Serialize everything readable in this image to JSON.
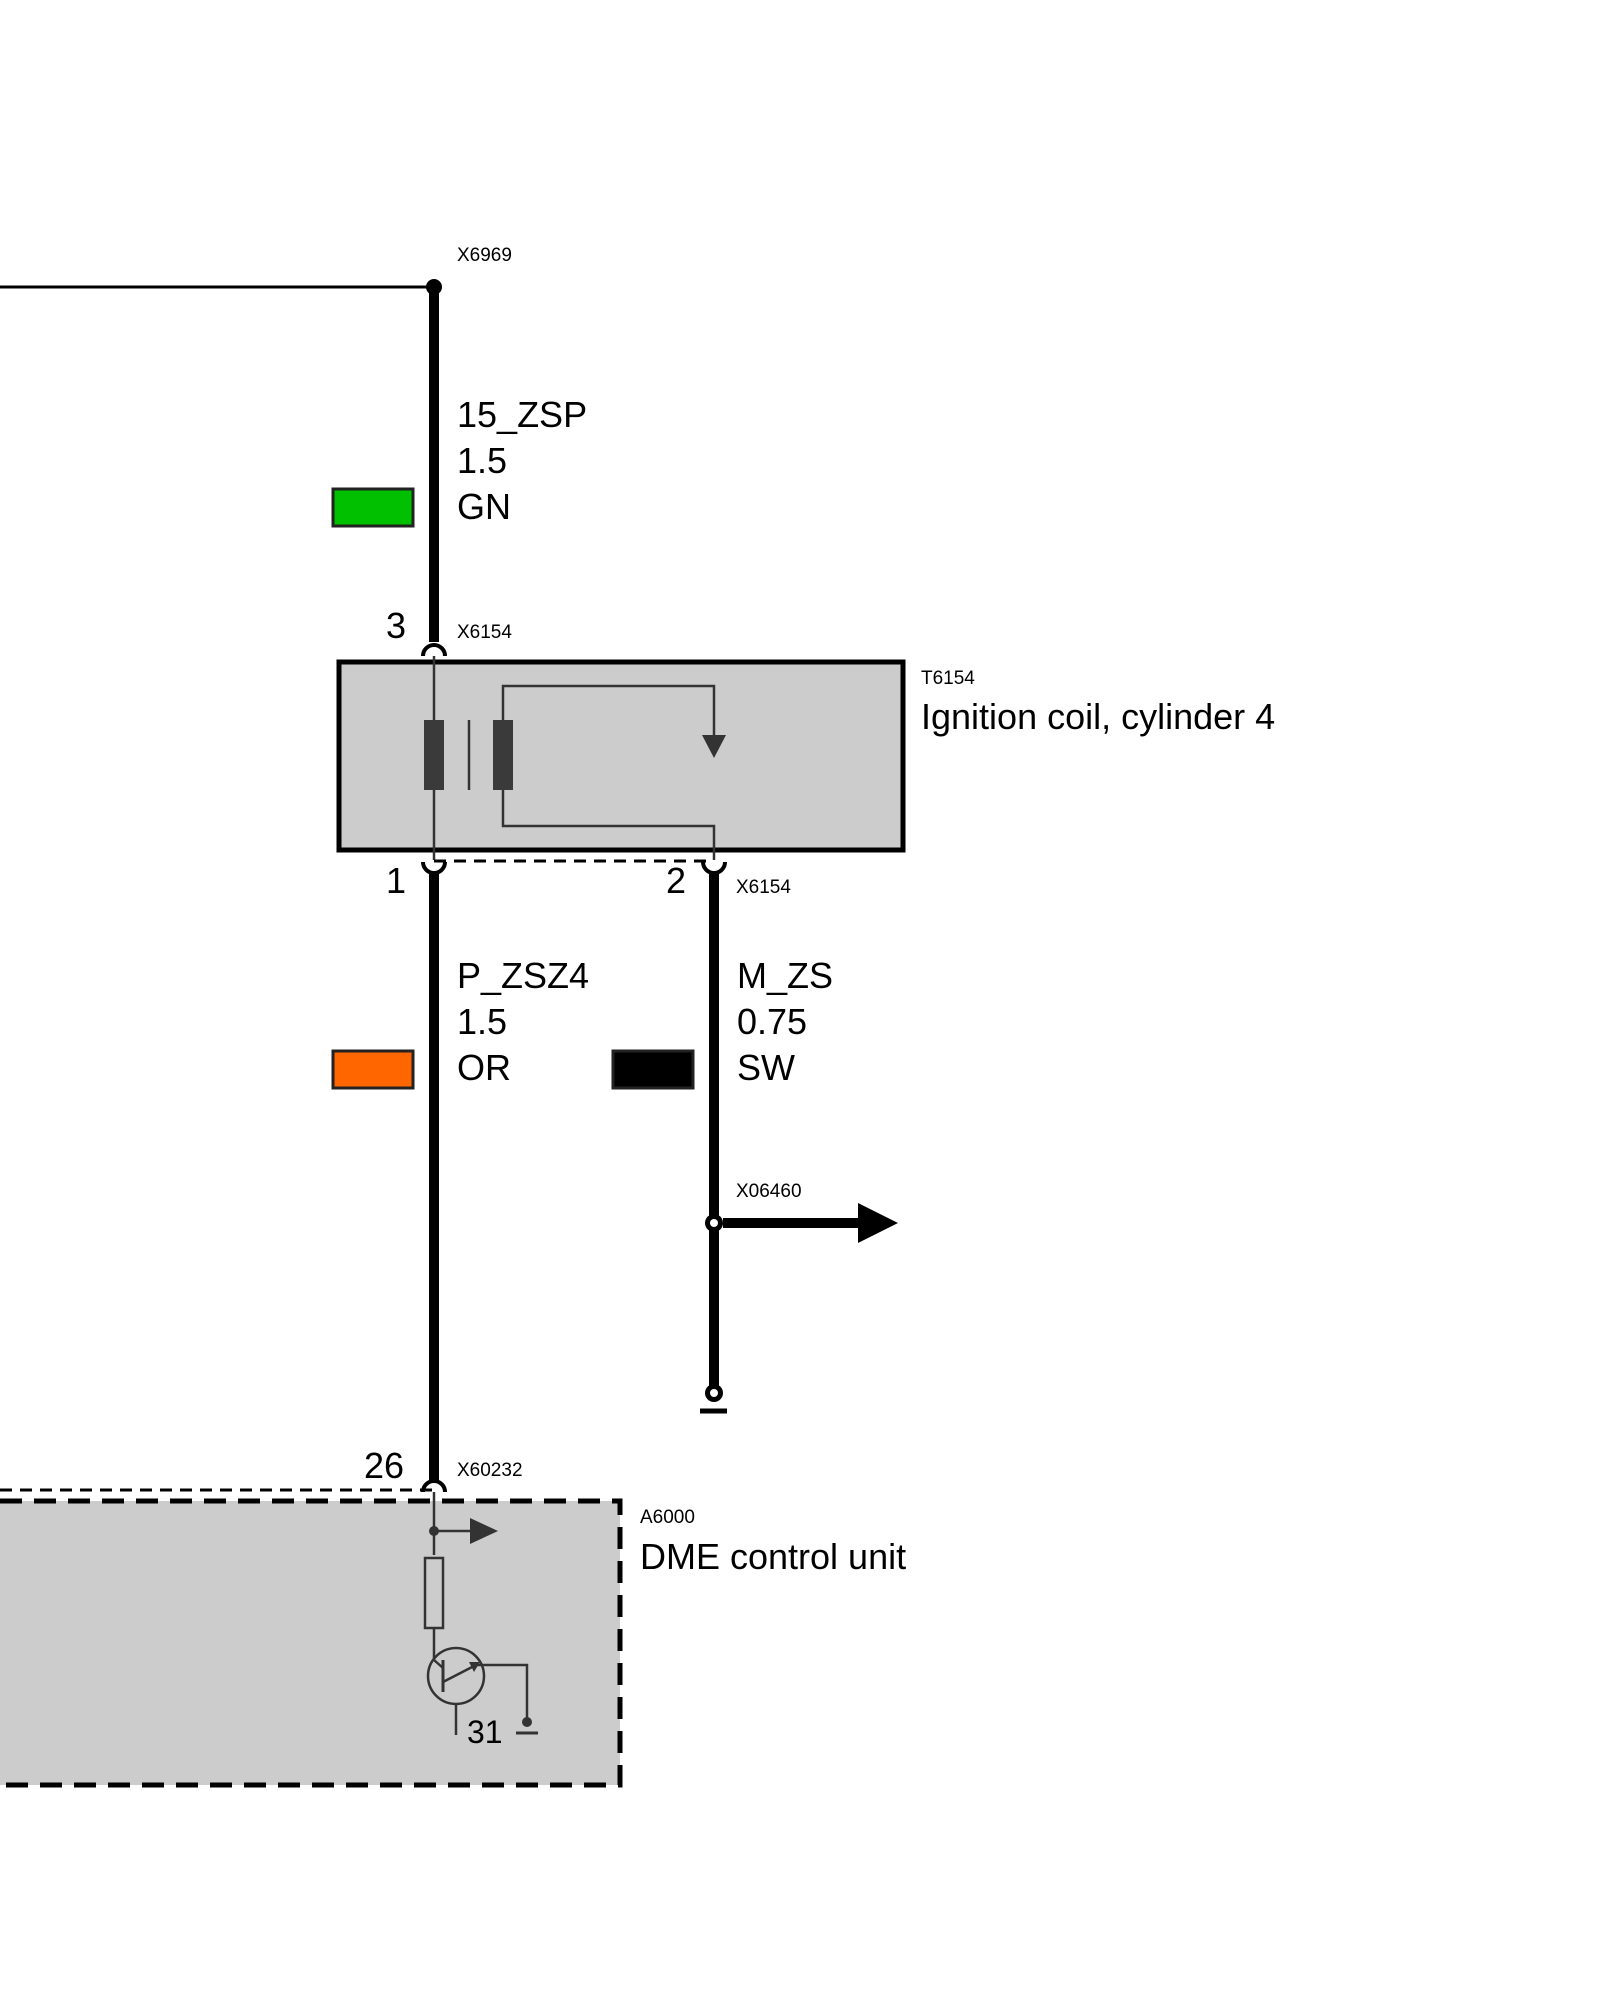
{
  "connectors": {
    "top_splice": "X6969",
    "coil_top": "X6154",
    "coil_bottom": "X6154",
    "splice_ground": "X06460",
    "dme": "X60232"
  },
  "components": {
    "coil": {
      "id": "T6154",
      "name": "Ignition coil, cylinder 4"
    },
    "dme": {
      "id": "A6000",
      "name": "DME control unit"
    }
  },
  "pins": {
    "coil_in": "3",
    "coil_out": "1",
    "coil_ground": "2",
    "dme_in": "26",
    "dme_ground": "31"
  },
  "wires": {
    "supply": {
      "signal": "15_ZSP",
      "gauge": "1.5",
      "color_code": "GN",
      "swatch": "#00c000"
    },
    "ignition": {
      "signal": "P_ZSZ4",
      "gauge": "1.5",
      "color_code": "OR",
      "swatch": "#ff6600"
    },
    "ground": {
      "signal": "M_ZS",
      "gauge": "0.75",
      "color_code": "SW",
      "swatch": "#000000"
    }
  }
}
